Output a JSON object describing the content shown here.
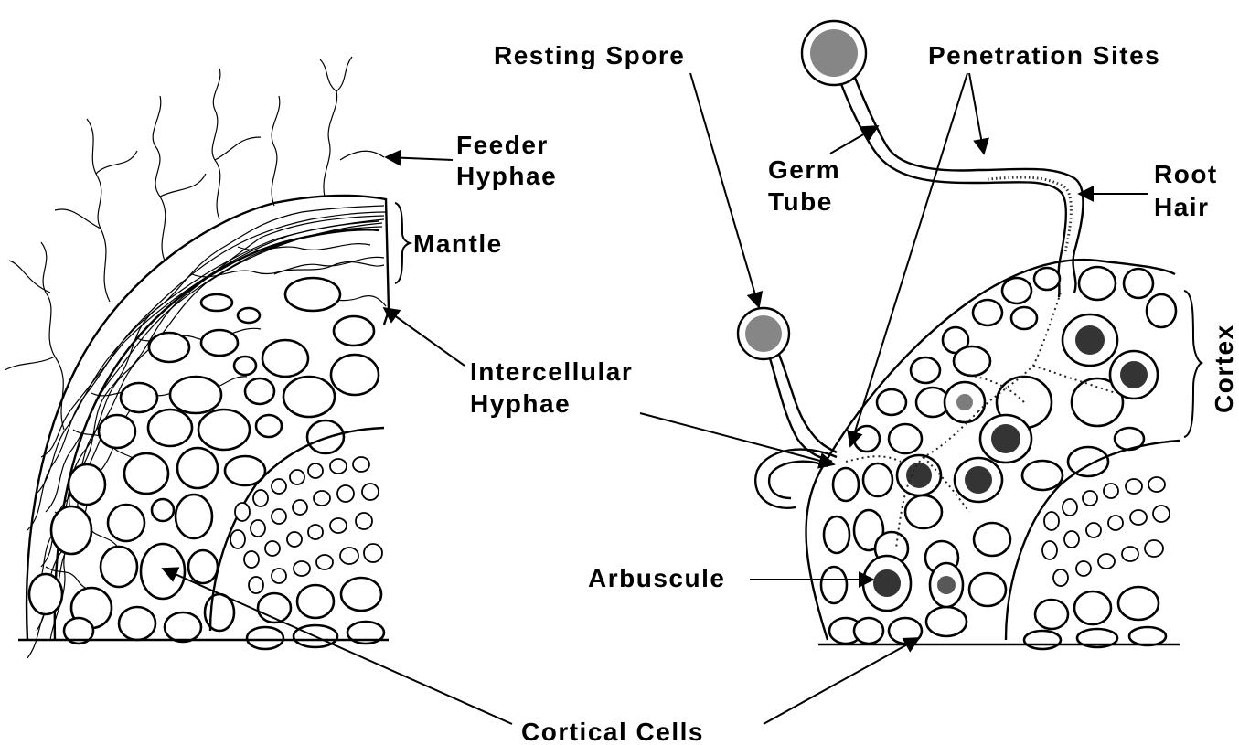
{
  "labels": {
    "feeder_hyphae_1": "Feeder",
    "feeder_hyphae_2": "Hyphae",
    "mantle": "Mantle",
    "intercellular_1": "Intercellular",
    "intercellular_2": "Hyphae",
    "cortical_cells": "Cortical Cells",
    "resting_spore": "Resting Spore",
    "penetration_sites": "Penetration Sites",
    "germ_1": "Germ",
    "germ_2": "Tube",
    "root_hair_1": "Root",
    "root_hair_2": "Hair",
    "cortex": "Cortex",
    "arbuscule": "Arbuscule"
  }
}
